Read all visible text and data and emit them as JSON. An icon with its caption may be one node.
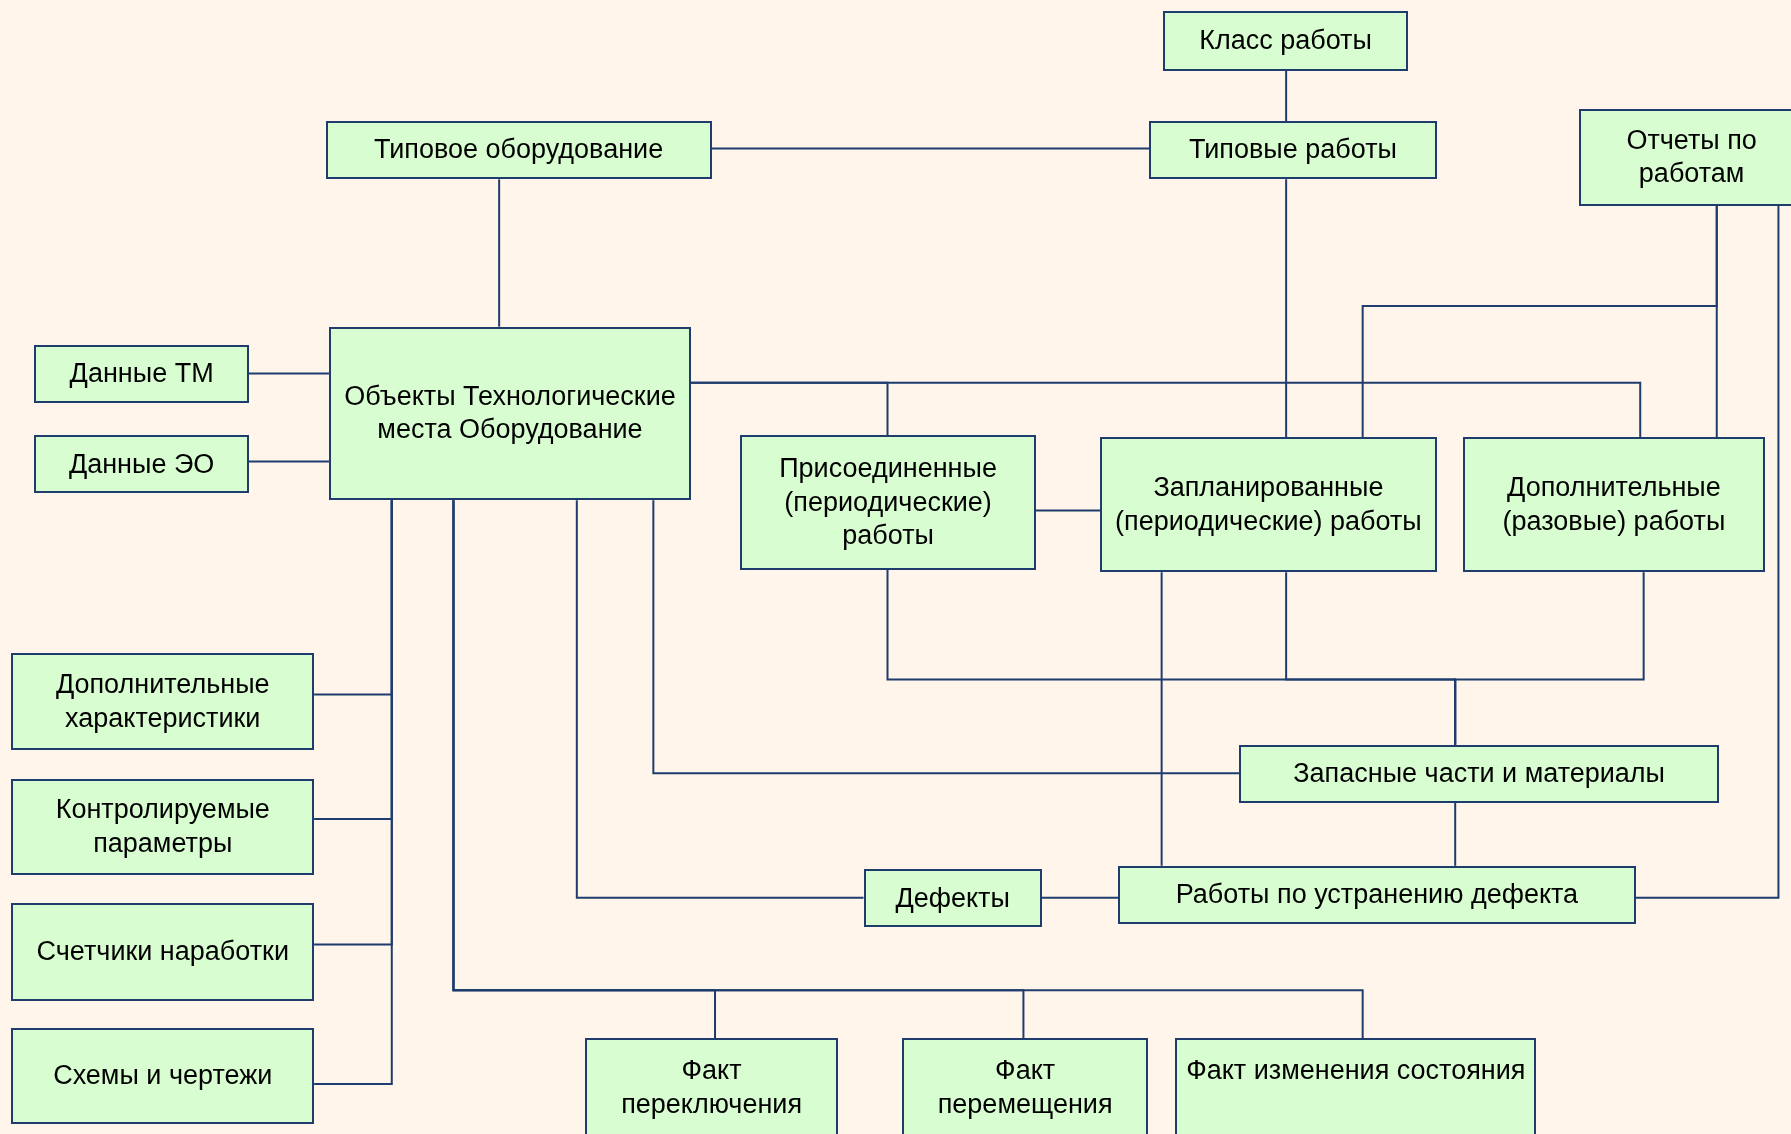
{
  "diagram": {
    "nodes": [
      {
        "text": [
          "Класс работы"
        ]
      },
      {
        "text": [
          "Типовое оборудование"
        ]
      },
      {
        "text": [
          "Типовые работы"
        ]
      },
      {
        "text": [
          "Отчеты по работам"
        ]
      },
      {
        "text": [
          "Данные ТМ"
        ]
      },
      {
        "text": [
          "Данные ЭО"
        ]
      },
      {
        "text": [
          "Объекты Технологические места Оборудование"
        ]
      },
      {
        "text": [
          "Присоединенные (периодические) работы"
        ]
      },
      {
        "text": [
          "Запланированные (периодические) работы"
        ]
      },
      {
        "text": [
          "Дополнительные (разовые) работы"
        ]
      },
      {
        "text": [
          "Дополнительные характеристики"
        ]
      },
      {
        "text": [
          "Контролируемые параметры"
        ]
      },
      {
        "text": [
          "Счетчики наработки"
        ]
      },
      {
        "text": [
          "Схемы и чертежи"
        ]
      },
      {
        "text": [
          "Запасные части и материалы"
        ]
      },
      {
        "text": [
          "Дефекты"
        ]
      },
      {
        "text": [
          "Работы по устранению дефекта"
        ]
      },
      {
        "text": [
          "Факт переключения"
        ]
      },
      {
        "text": [
          "Факт перемещения"
        ]
      },
      {
        "text": [
          "Факт изменения состояния"
        ]
      }
    ],
    "edges": [
      {
        "from": 0,
        "to": 2,
        "arrow": "none"
      },
      {
        "from": 1,
        "to": 2,
        "arrow": "none"
      },
      {
        "from": 1,
        "to": 6,
        "arrow": "none"
      },
      {
        "from": 2,
        "to": 8,
        "arrow": "none"
      },
      {
        "from": 4,
        "to": 6,
        "arrow": "none"
      },
      {
        "from": 5,
        "to": 6,
        "arrow": "none"
      },
      {
        "from": 6,
        "to": 7,
        "arrow": "none"
      },
      {
        "from": 6,
        "to": 9,
        "arrow": "none"
      },
      {
        "from": 3,
        "to": 8,
        "arrow": "none"
      },
      {
        "from": 3,
        "to": 9,
        "arrow": "none"
      },
      {
        "from": 7,
        "to": 8,
        "arrow": "none"
      },
      {
        "from": 7,
        "to": 14,
        "arrow": "none"
      },
      {
        "from": 8,
        "to": 14,
        "arrow": "none"
      },
      {
        "from": 9,
        "to": 14,
        "arrow": "none"
      },
      {
        "from": 6,
        "to": 14,
        "arrow": "none"
      },
      {
        "from": 6,
        "to": 15,
        "arrow": "none"
      },
      {
        "from": 15,
        "to": 16,
        "arrow": "none"
      },
      {
        "from": 14,
        "to": 16,
        "arrow": "none"
      },
      {
        "from": 8,
        "to": 16,
        "arrow": "none"
      },
      {
        "from": 16,
        "to": 3,
        "arrow": "none"
      },
      {
        "from": 6,
        "to": 10,
        "arrow": "none"
      },
      {
        "from": 6,
        "to": 11,
        "arrow": "none"
      },
      {
        "from": 6,
        "to": 12,
        "arrow": "none"
      },
      {
        "from": 6,
        "to": 13,
        "arrow": "none"
      },
      {
        "from": 6,
        "to": 17,
        "arrow": "none"
      },
      {
        "from": 6,
        "to": 18,
        "arrow": "none"
      },
      {
        "from": 6,
        "to": 19,
        "arrow": "none"
      }
    ]
  }
}
